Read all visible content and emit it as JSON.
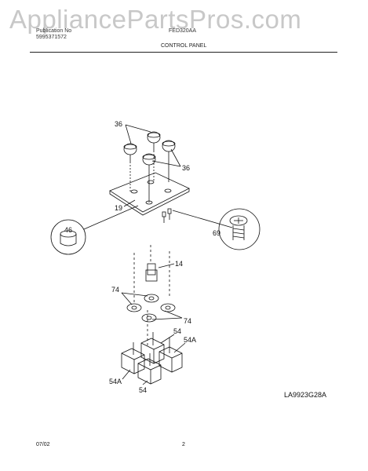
{
  "watermark": "AppliancePartsPros.com",
  "header": {
    "publication_label": "Publication No",
    "publication_number": "5995371572",
    "model": "FED320AA",
    "section_title": "CONTROL PANEL"
  },
  "callouts": {
    "knob": "36",
    "knob_right": "36",
    "panel": "19",
    "plug": "46",
    "screw": "69",
    "switch_14": "14",
    "collar_left": "74",
    "collar_right": "74",
    "switch_54_top": "54",
    "switch_54a_top": "54A",
    "switch_54a_left": "54A",
    "switch_54_bottom": "54"
  },
  "diagram_code": "LA9923G28A",
  "footer": {
    "date": "07/02",
    "page": "2"
  },
  "colors": {
    "ink": "#111111",
    "watermark": "#c8c8c8"
  }
}
